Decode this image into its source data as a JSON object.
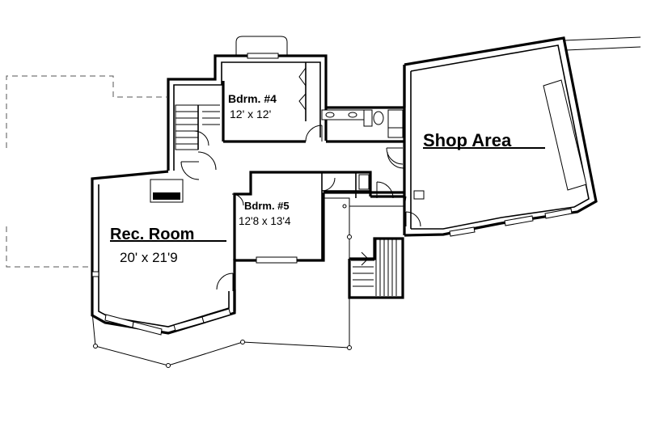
{
  "rooms": {
    "bedroom4": {
      "name": "Bdrm. #4",
      "size": "12' x 12'"
    },
    "bedroom5": {
      "name": "Bdrm. #5",
      "size": "12'8 x 13'4"
    },
    "rec_room": {
      "name": "Rec. Room",
      "size": "20' x 21'9"
    },
    "shop": {
      "name": "Shop Area"
    }
  }
}
